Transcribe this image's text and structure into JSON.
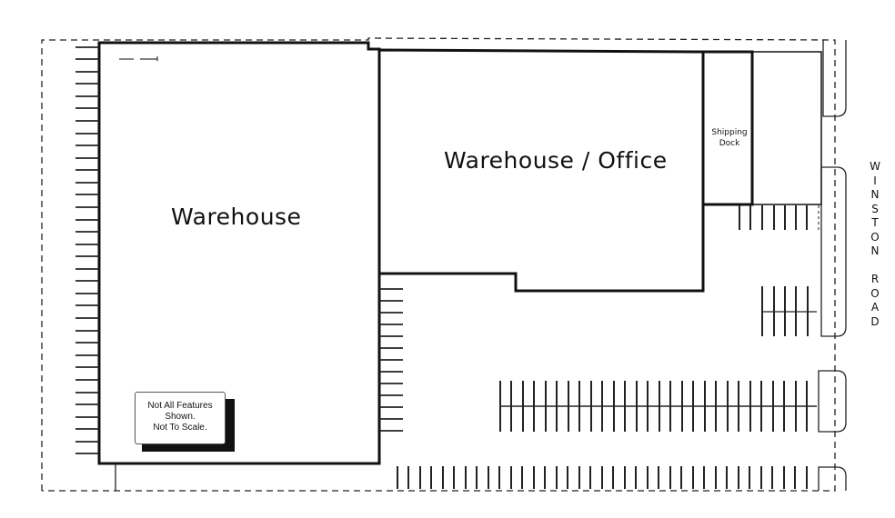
{
  "site_plan": {
    "buildings": [
      {
        "id": "warehouse",
        "label": "Warehouse"
      },
      {
        "id": "warehouse_office",
        "label": "Warehouse / Office"
      },
      {
        "id": "shipping_dock",
        "label_line1": "Shipping",
        "label_line2": "Dock"
      }
    ],
    "road": {
      "name": "WINSTON ROAD",
      "letters": [
        "W",
        "I",
        "N",
        "S",
        "T",
        "O",
        "N",
        "",
        "R",
        "O",
        "A",
        "D"
      ]
    },
    "note": {
      "line1": "Not All Features",
      "line2": "Shown.",
      "line3": "Not To Scale."
    },
    "colors": {
      "line": "#111111",
      "background": "#ffffff"
    }
  }
}
